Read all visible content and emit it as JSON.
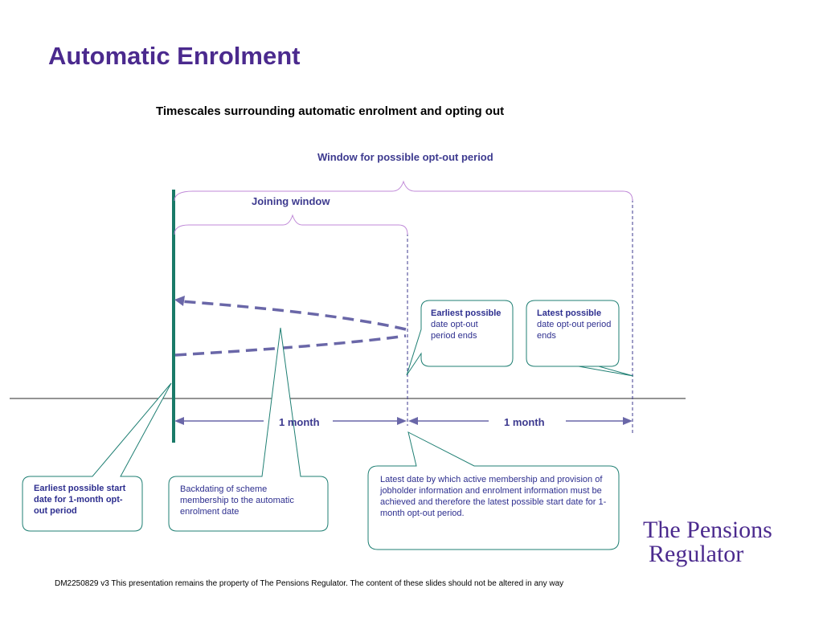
{
  "slide": {
    "title": "Automatic Enrolment",
    "subtitle": "Timescales surrounding automatic enrolment and opting out",
    "footer": "DM2250829 v3 This presentation remains the property of The Pensions Regulator.  The content of these slides should not be altered in any way"
  },
  "diagram": {
    "window_label": "Window for possible opt-out period",
    "joining_label": "Joining window",
    "month_label_1": "1 month",
    "month_label_2": "1 month"
  },
  "callouts": {
    "earliest_end_bold": "Earliest possible",
    "earliest_end_rest": " date opt-out period ends",
    "latest_end_bold": "Latest possible",
    "latest_end_rest": "date opt-out period ends",
    "earliest_start": "Earliest possible start date for 1-month opt-out period",
    "backdating": "Backdating of scheme membership to the automatic enrolment date",
    "latest_start": "Latest date by which active  membership and provision of jobholder information and enrolment information must be achieved and therefore the latest possible start date for 1-month opt-out period."
  },
  "logo": {
    "line1": "The Pensions",
    "line2": "Regulator"
  },
  "colors": {
    "title": "#4b2a8e",
    "label": "#3d3a8f",
    "teal": "#1f7f73",
    "arrow": "#6a67a8",
    "brace": "#c08ad8"
  }
}
